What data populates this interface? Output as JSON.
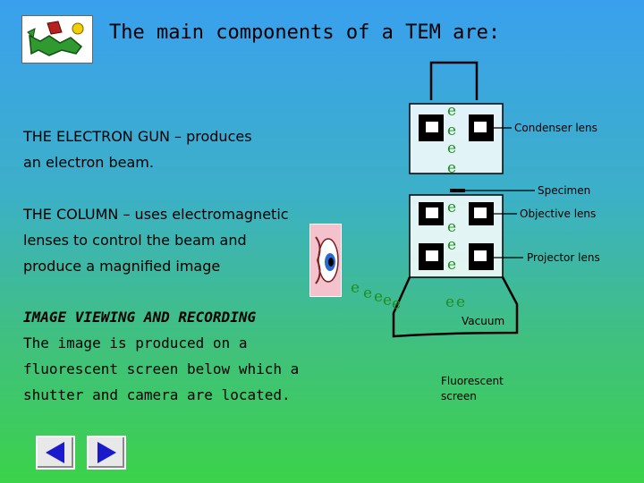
{
  "title": "The main components of a TEM are:",
  "sections": {
    "gun_heading": "THE ELECTRON GUN",
    "gun_text_1": " – produces",
    "gun_text_2": "an electron beam.",
    "column_heading": "THE COLUMN",
    "column_text_1": " – uses electromagnetic",
    "column_text_2": "lenses to control the beam and",
    "column_text_3": "produce a magnified image",
    "image_heading": "IMAGE VIEWING AND RECORDING",
    "image_text_1": "The image is produced on a",
    "image_text_2": "fluorescent screen below which a",
    "image_text_3": "shutter and camera are located."
  },
  "diagram": {
    "condenser_label": "Condenser lens",
    "specimen_label": "Specimen",
    "objective_label": "Objective lens",
    "projector_label": "Projector lens",
    "vacuum_label": "Vacuum",
    "screen_label_1": "Fluorescent",
    "screen_label_2": "screen",
    "electron_symbol": "e",
    "electron_color": "#1f8f1f"
  },
  "nav": {
    "prev_icon": "triangle-left-icon",
    "next_icon": "triangle-right-icon",
    "button_color": "#1a1acc"
  },
  "icons": {
    "logo": "green-dragon-icon",
    "eye": "eye-icon"
  }
}
